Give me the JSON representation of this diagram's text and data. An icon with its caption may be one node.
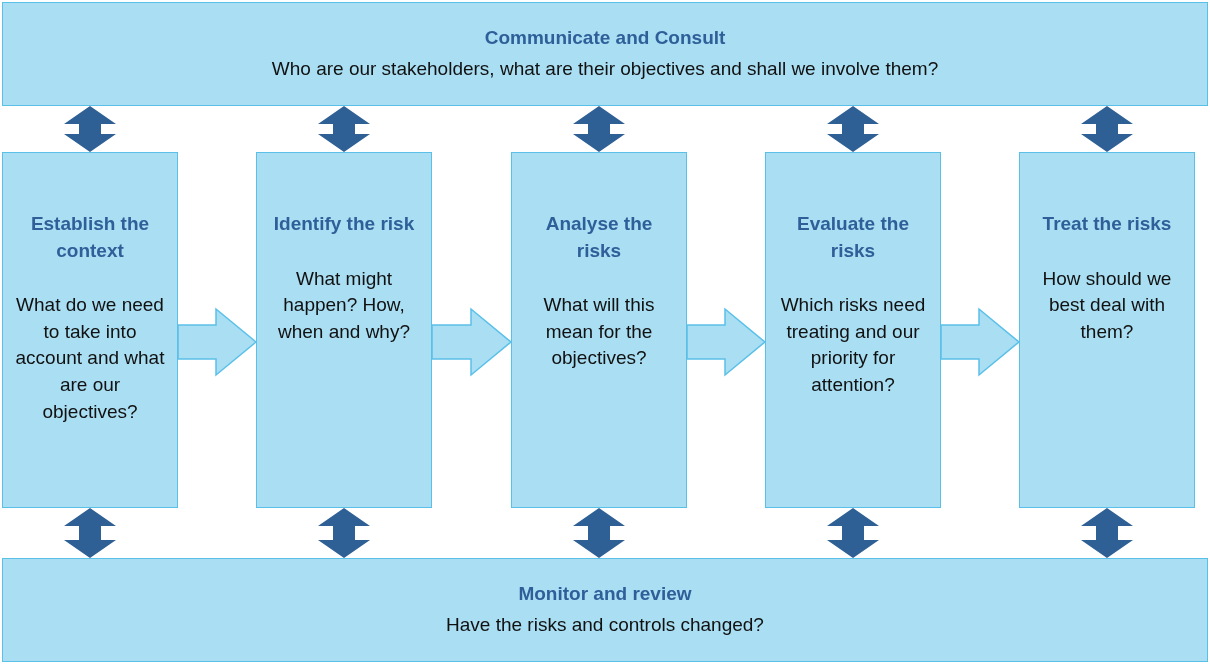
{
  "diagram": {
    "nodes": [
      {
        "text": [
          "Communicate and Consult",
          "Who are our stakeholders, what are their objectives and shall we involve them?"
        ]
      },
      {
        "text": [
          "Establish the context",
          "What do we need to take into account and what are our objectives?"
        ]
      },
      {
        "text": [
          "Identify the risk",
          "What might happen? How, when and why?"
        ]
      },
      {
        "text": [
          "Analyse the risks",
          "What will this mean for the objectives?"
        ]
      },
      {
        "text": [
          "Evaluate the risks",
          "Which risks need treating and our priority for attention?"
        ]
      },
      {
        "text": [
          "Treat the risks",
          "How should we best deal with them?"
        ]
      },
      {
        "text": [
          "Monitor and review",
          "Have the risks and controls changed?"
        ]
      }
    ],
    "edges": [
      {
        "from": 0,
        "to": 1,
        "arrow": "both"
      },
      {
        "from": 0,
        "to": 2,
        "arrow": "both"
      },
      {
        "from": 0,
        "to": 3,
        "arrow": "both"
      },
      {
        "from": 0,
        "to": 4,
        "arrow": "both"
      },
      {
        "from": 0,
        "to": 5,
        "arrow": "both"
      },
      {
        "from": 1,
        "to": 2,
        "arrow": "to",
        "color": "#a9def3"
      },
      {
        "from": 2,
        "to": 3,
        "arrow": "to",
        "color": "#a9def3"
      },
      {
        "from": 3,
        "to": 4,
        "arrow": "to",
        "color": "#a9def3"
      },
      {
        "from": 4,
        "to": 5,
        "arrow": "to",
        "color": "#a9def3"
      },
      {
        "from": 1,
        "to": 6,
        "arrow": "both"
      },
      {
        "from": 2,
        "to": 6,
        "arrow": "both"
      },
      {
        "from": 3,
        "to": 6,
        "arrow": "both"
      },
      {
        "from": 4,
        "to": 6,
        "arrow": "both"
      },
      {
        "from": 5,
        "to": 6,
        "arrow": "both"
      }
    ]
  }
}
